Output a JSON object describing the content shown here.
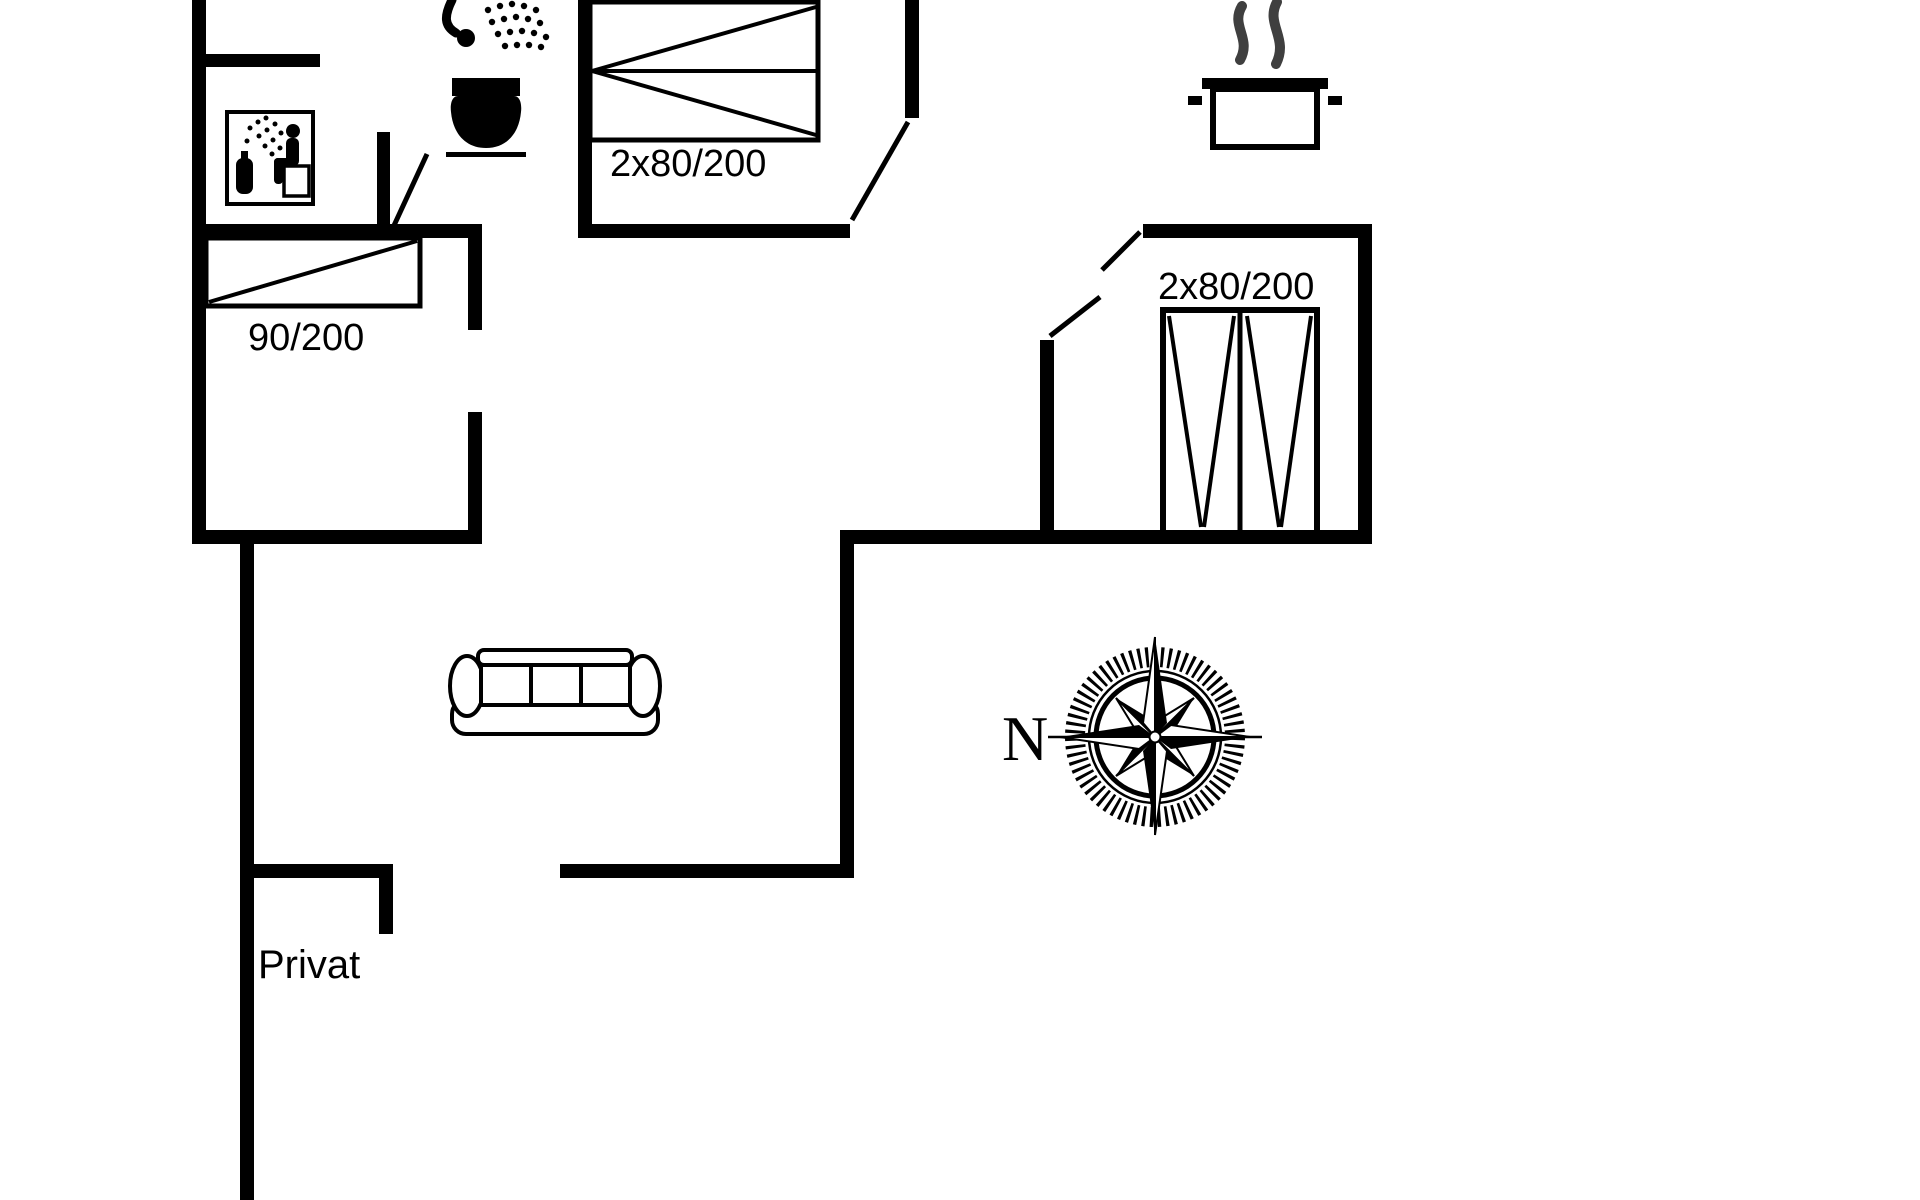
{
  "plan": {
    "type": "holiday-house-floor-plan",
    "background": "#ffffff"
  },
  "labels": {
    "bed_top_middle": "2x80/200",
    "bed_left": "90/200",
    "bed_right": "2x80/200",
    "compass_north": "N",
    "private_area": "Privat"
  },
  "colors": {
    "wall": "#000000",
    "text": "#000000",
    "steam": "#3f3f3f",
    "background": "#ffffff"
  },
  "icons": {
    "toilet": "toilet-icon",
    "shower": "shower-spray-icon",
    "sauna": "sauna-pictogram",
    "cooking_pot": "cooking-pot-icon",
    "sofa": "sofa-icon",
    "compass": "compass-rose-icon"
  }
}
